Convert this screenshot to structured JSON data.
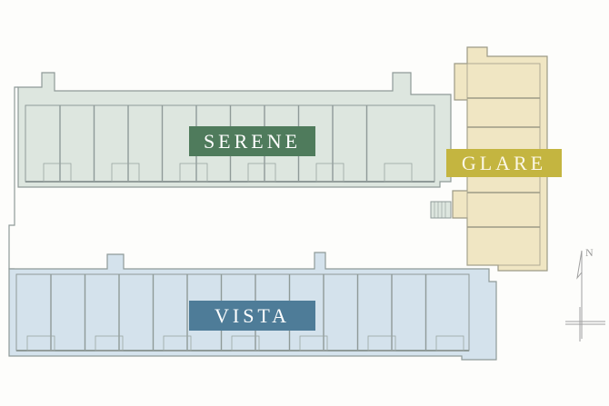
{
  "buildings": [
    {
      "id": "serene",
      "label": "SERENE",
      "fill": "#dde6df",
      "badge": "#4f7b5c"
    },
    {
      "id": "glare",
      "label": "GLARE",
      "fill": "#f0e6c3",
      "badge": "#c4b540"
    },
    {
      "id": "vista",
      "label": "VISTA",
      "fill": "#d4e2ec",
      "badge": "#4e7c98"
    }
  ],
  "compass": {
    "north_label": "N",
    "icon": "north-arrow-icon"
  },
  "colors": {
    "wall": "#8f9a98",
    "background": "#fdfdfb"
  }
}
